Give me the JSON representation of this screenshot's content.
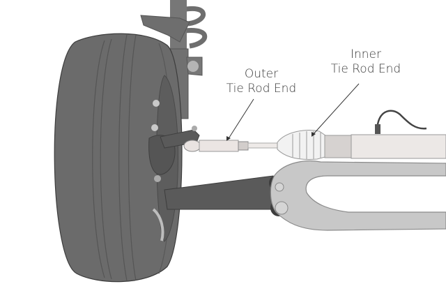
{
  "diagram": {
    "subject": "Front suspension and steering assembly",
    "colors": {
      "tire": "#6b6b6b",
      "tire_dark": "#555555",
      "strut": "#6e6e6e",
      "control_arm": "#5a5a5a",
      "subframe": "#c8c8c8",
      "rack": "#ece8e6",
      "label_text": "#3a3a3a",
      "leader_line": "#333333"
    },
    "labels": [
      {
        "id": "outer",
        "line1": "Outer",
        "line2": "Tie Rod End"
      },
      {
        "id": "inner",
        "line1": "Inner",
        "line2": "Tie Rod End"
      }
    ]
  }
}
